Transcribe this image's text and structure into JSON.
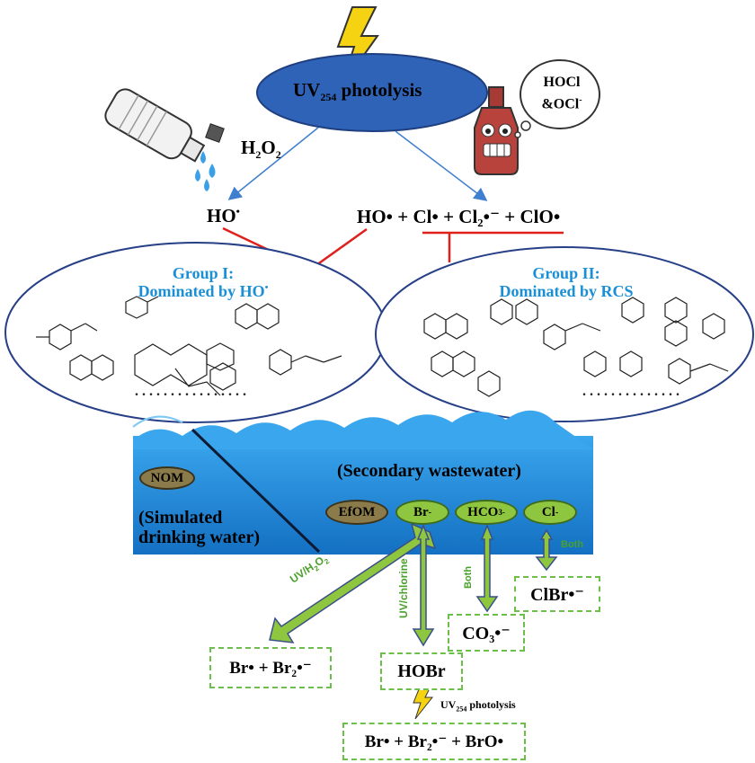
{
  "top": {
    "uv_main": "UV",
    "uv_sub": "254",
    "uv_rest": " photolysis",
    "h2o2_h": "H",
    "h2o2_s1": "2",
    "h2o2_o": "O",
    "h2o2_s2": "2",
    "bubble_line1": "HOCl",
    "bubble_line2a": "&OCl",
    "bubble_line2b": "-"
  },
  "radicals": {
    "left_a": "HO",
    "left_b": "•",
    "right_full": "HO• + Cl• + Cl₂•⁻ + ClO•"
  },
  "group1": {
    "title": "Group I:",
    "subtitle": "Dominated by HO",
    "dot": "•"
  },
  "group2": {
    "title": "Group II:",
    "subtitle": "Dominated by RCS"
  },
  "water": {
    "secondary": "(Secondary wastewater)",
    "simulated_l1": "(Simulated",
    "simulated_l2": "drinking water)",
    "nom": "NOM",
    "efom": "EfOM",
    "br": "Br",
    "br_sup": "-",
    "hco3": "HCO",
    "hco3_sub": "3",
    "hco3_sup": "-",
    "cl": "Cl",
    "cl_sup": "-"
  },
  "arrows": {
    "uvh2o2_a": "UV/H",
    "uvh2o2_s": "2",
    "uvh2o2_b": "O",
    "uvh2o2_s2": "2",
    "uvchlorine": "UV/chlorine",
    "both1": "Both",
    "both2": "Both"
  },
  "products": {
    "br_br2": "Br• + Br₂•⁻",
    "hobr": "HOBr",
    "co3": "CO₃•⁻",
    "clbr": "ClBr•⁻",
    "uv254_small_a": "UV",
    "uv254_small_s": "254",
    "uv254_small_b": " photolysis",
    "final": "Br• + Br₂•⁻ + BrO•"
  },
  "colors": {
    "accent_blue": "#1a8fd6",
    "dark_blue": "#2d5ea8",
    "green": "#8ec63f",
    "red": "#e0201b",
    "water": "#1e88d8"
  }
}
